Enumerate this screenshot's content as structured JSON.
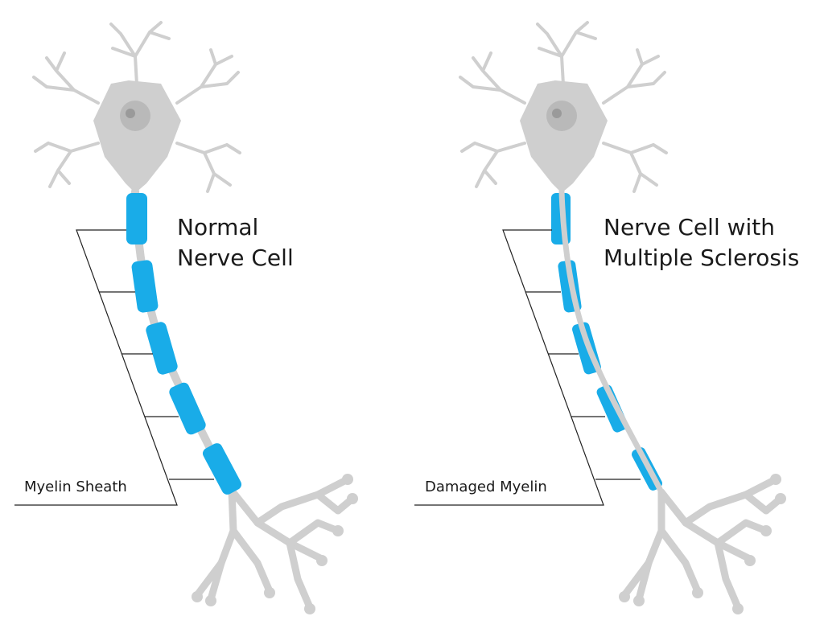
{
  "titles": {
    "normal_line1": "Normal",
    "normal_line2": "Nerve Cell",
    "ms_line1": "Nerve Cell with",
    "ms_line2": "Multiple Sclerosis"
  },
  "labels": {
    "myelin_sheath": "Myelin Sheath",
    "damaged_myelin": "Damaged Myelin"
  },
  "colors": {
    "myelin": "#19ace8",
    "neuron": "#cfcfcf",
    "nucleus": "#b9b9b9",
    "nucleolus": "#9a9a9a",
    "leader_line": "#222222",
    "text": "#1a1a1a"
  }
}
